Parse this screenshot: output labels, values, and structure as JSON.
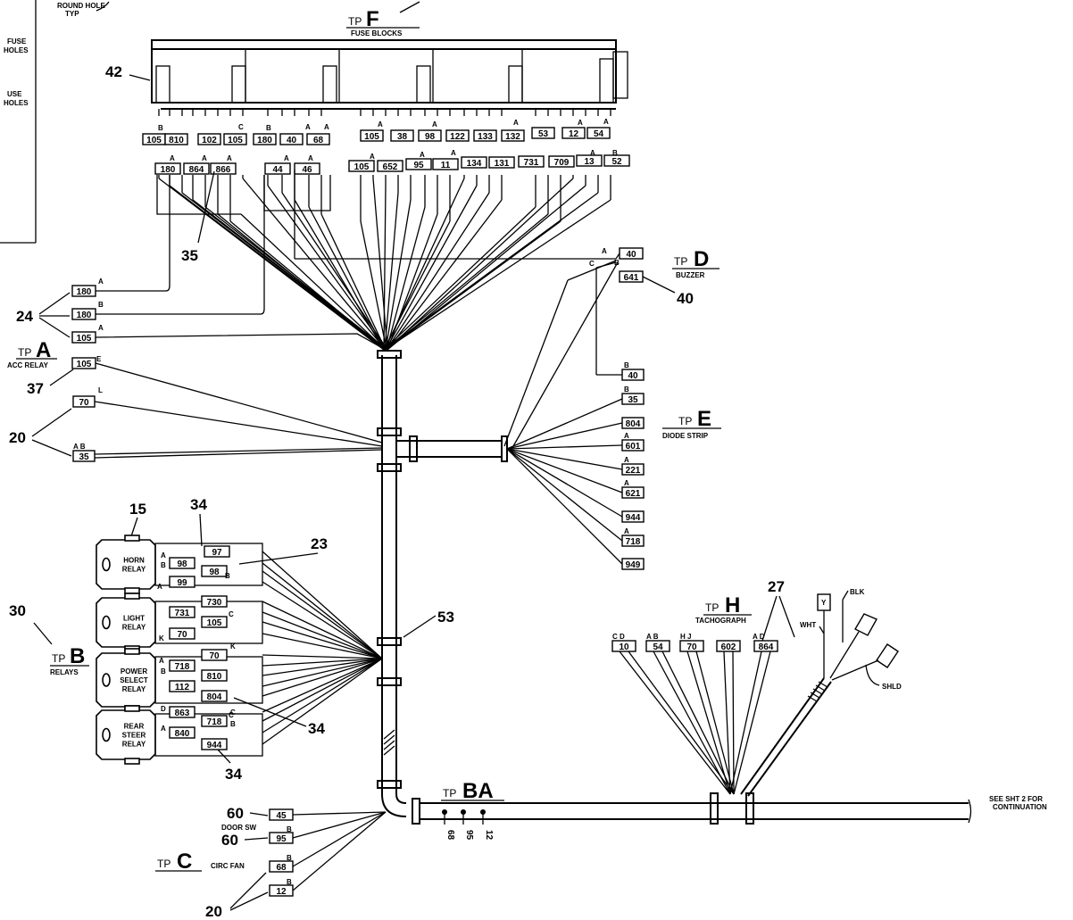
{
  "top_left": {
    "round_hole": "ROUND HOLE",
    "typ": "TYP",
    "fuse_1": "FUSE",
    "holes_1": "HOLES",
    "fuse_2": "USE",
    "holes_2": "HOLES"
  },
  "tp_f": {
    "prefix": "TP",
    "letter": "F",
    "desc": "FUSE BLOCKS"
  },
  "tp_d": {
    "prefix": "TP",
    "letter": "D",
    "desc": "BUZZER"
  },
  "tp_a": {
    "prefix": "TP",
    "letter": "A",
    "desc": "ACC RELAY"
  },
  "tp_e": {
    "prefix": "TP",
    "letter": "E",
    "desc": "DIODE STRIP"
  },
  "tp_b": {
    "prefix": "TP",
    "letter": "B",
    "desc": "RELAYS"
  },
  "tp_h": {
    "prefix": "TP",
    "letter": "H",
    "desc": "TACHOGRAPH"
  },
  "tp_ba": {
    "prefix": "TP",
    "letter": "BA"
  },
  "tp_c": {
    "prefix": "TP",
    "letter": "C",
    "desc": "CIRC FAN",
    "door_sw": "DOOR SW"
  },
  "continuation": {
    "line1": "SEE SHT 2 FOR",
    "line2": "CONTINUATION"
  },
  "callouts": {
    "c42": "42",
    "c35": "35",
    "c24": "24",
    "c37": "37",
    "c40": "40",
    "c20a": "20",
    "c15": "15",
    "c34a": "34",
    "c23": "23",
    "c30": "30",
    "c53": "53",
    "c34b": "34",
    "c34c": "34",
    "c27": "27",
    "c60a": "60",
    "c60b": "60",
    "c20b": "20"
  },
  "fuse_row1": [
    "105",
    "810",
    "102",
    "105",
    "180",
    "40",
    "68",
    "105",
    "38",
    "98",
    "122",
    "133",
    "132",
    "53",
    "12",
    "54"
  ],
  "fuse_row2": [
    "180",
    "864",
    "866",
    "44",
    "46",
    "105",
    "652",
    "95",
    "11",
    "134",
    "131",
    "731",
    "709",
    "13",
    "52"
  ],
  "tp_a_wires": [
    "180",
    "180",
    "105"
  ],
  "tp_a_pins": [
    "A",
    "B",
    "A"
  ],
  "acc_wire": "105",
  "acc_pin": "E",
  "w20_70": "70",
  "w20_70_pin": "L",
  "w20_35": "35",
  "w20_35_pins": "A B",
  "buzzer_wires": [
    "40",
    "641"
  ],
  "buzzer_pins": [
    "A",
    "C",
    "B"
  ],
  "d40_wire": "40",
  "d40_pin": "B",
  "diode_wires": [
    "35",
    "804",
    "601",
    "221",
    "621",
    "944",
    "718",
    "949"
  ],
  "diode_pins": [
    "B",
    "",
    "A",
    "A",
    "A",
    "",
    "A",
    ""
  ],
  "relays": [
    {
      "line1": "HORN",
      "line2": "RELAY"
    },
    {
      "line1": "LIGHT",
      "line2": "RELAY"
    },
    {
      "line1": "POWER",
      "line2": "SELECT",
      "line3": "RELAY"
    },
    {
      "line1": "REAR",
      "line2": "STEER",
      "line3": "RELAY"
    }
  ],
  "relay_wires": {
    "horn": [
      "97",
      "98",
      "98",
      "99"
    ],
    "light": [
      "730",
      "731",
      "105",
      "70"
    ],
    "power": [
      "70",
      "718",
      "810",
      "112",
      "804"
    ],
    "rear": [
      "863",
      "718",
      "840",
      "944"
    ]
  },
  "relay_pins": {
    "horn": [
      "A",
      "B",
      "B",
      "A"
    ],
    "light": [
      "C",
      "K"
    ],
    "power": [
      "K",
      "A",
      "B",
      "C"
    ],
    "rear": [
      "D",
      "C",
      "A",
      "B"
    ]
  },
  "tacho_wires": [
    "10",
    "54",
    "70",
    "602",
    "864"
  ],
  "tacho_pins": [
    "C D",
    "A B",
    "H J",
    "A D"
  ],
  "tacho_labels": [
    "WHT",
    "BLK",
    "SHLD"
  ],
  "ba_wires": [
    "68",
    "95",
    "12"
  ],
  "c_wires": [
    "45",
    "95",
    "68",
    "12"
  ],
  "c_pins": [
    "B",
    "B",
    "B"
  ]
}
